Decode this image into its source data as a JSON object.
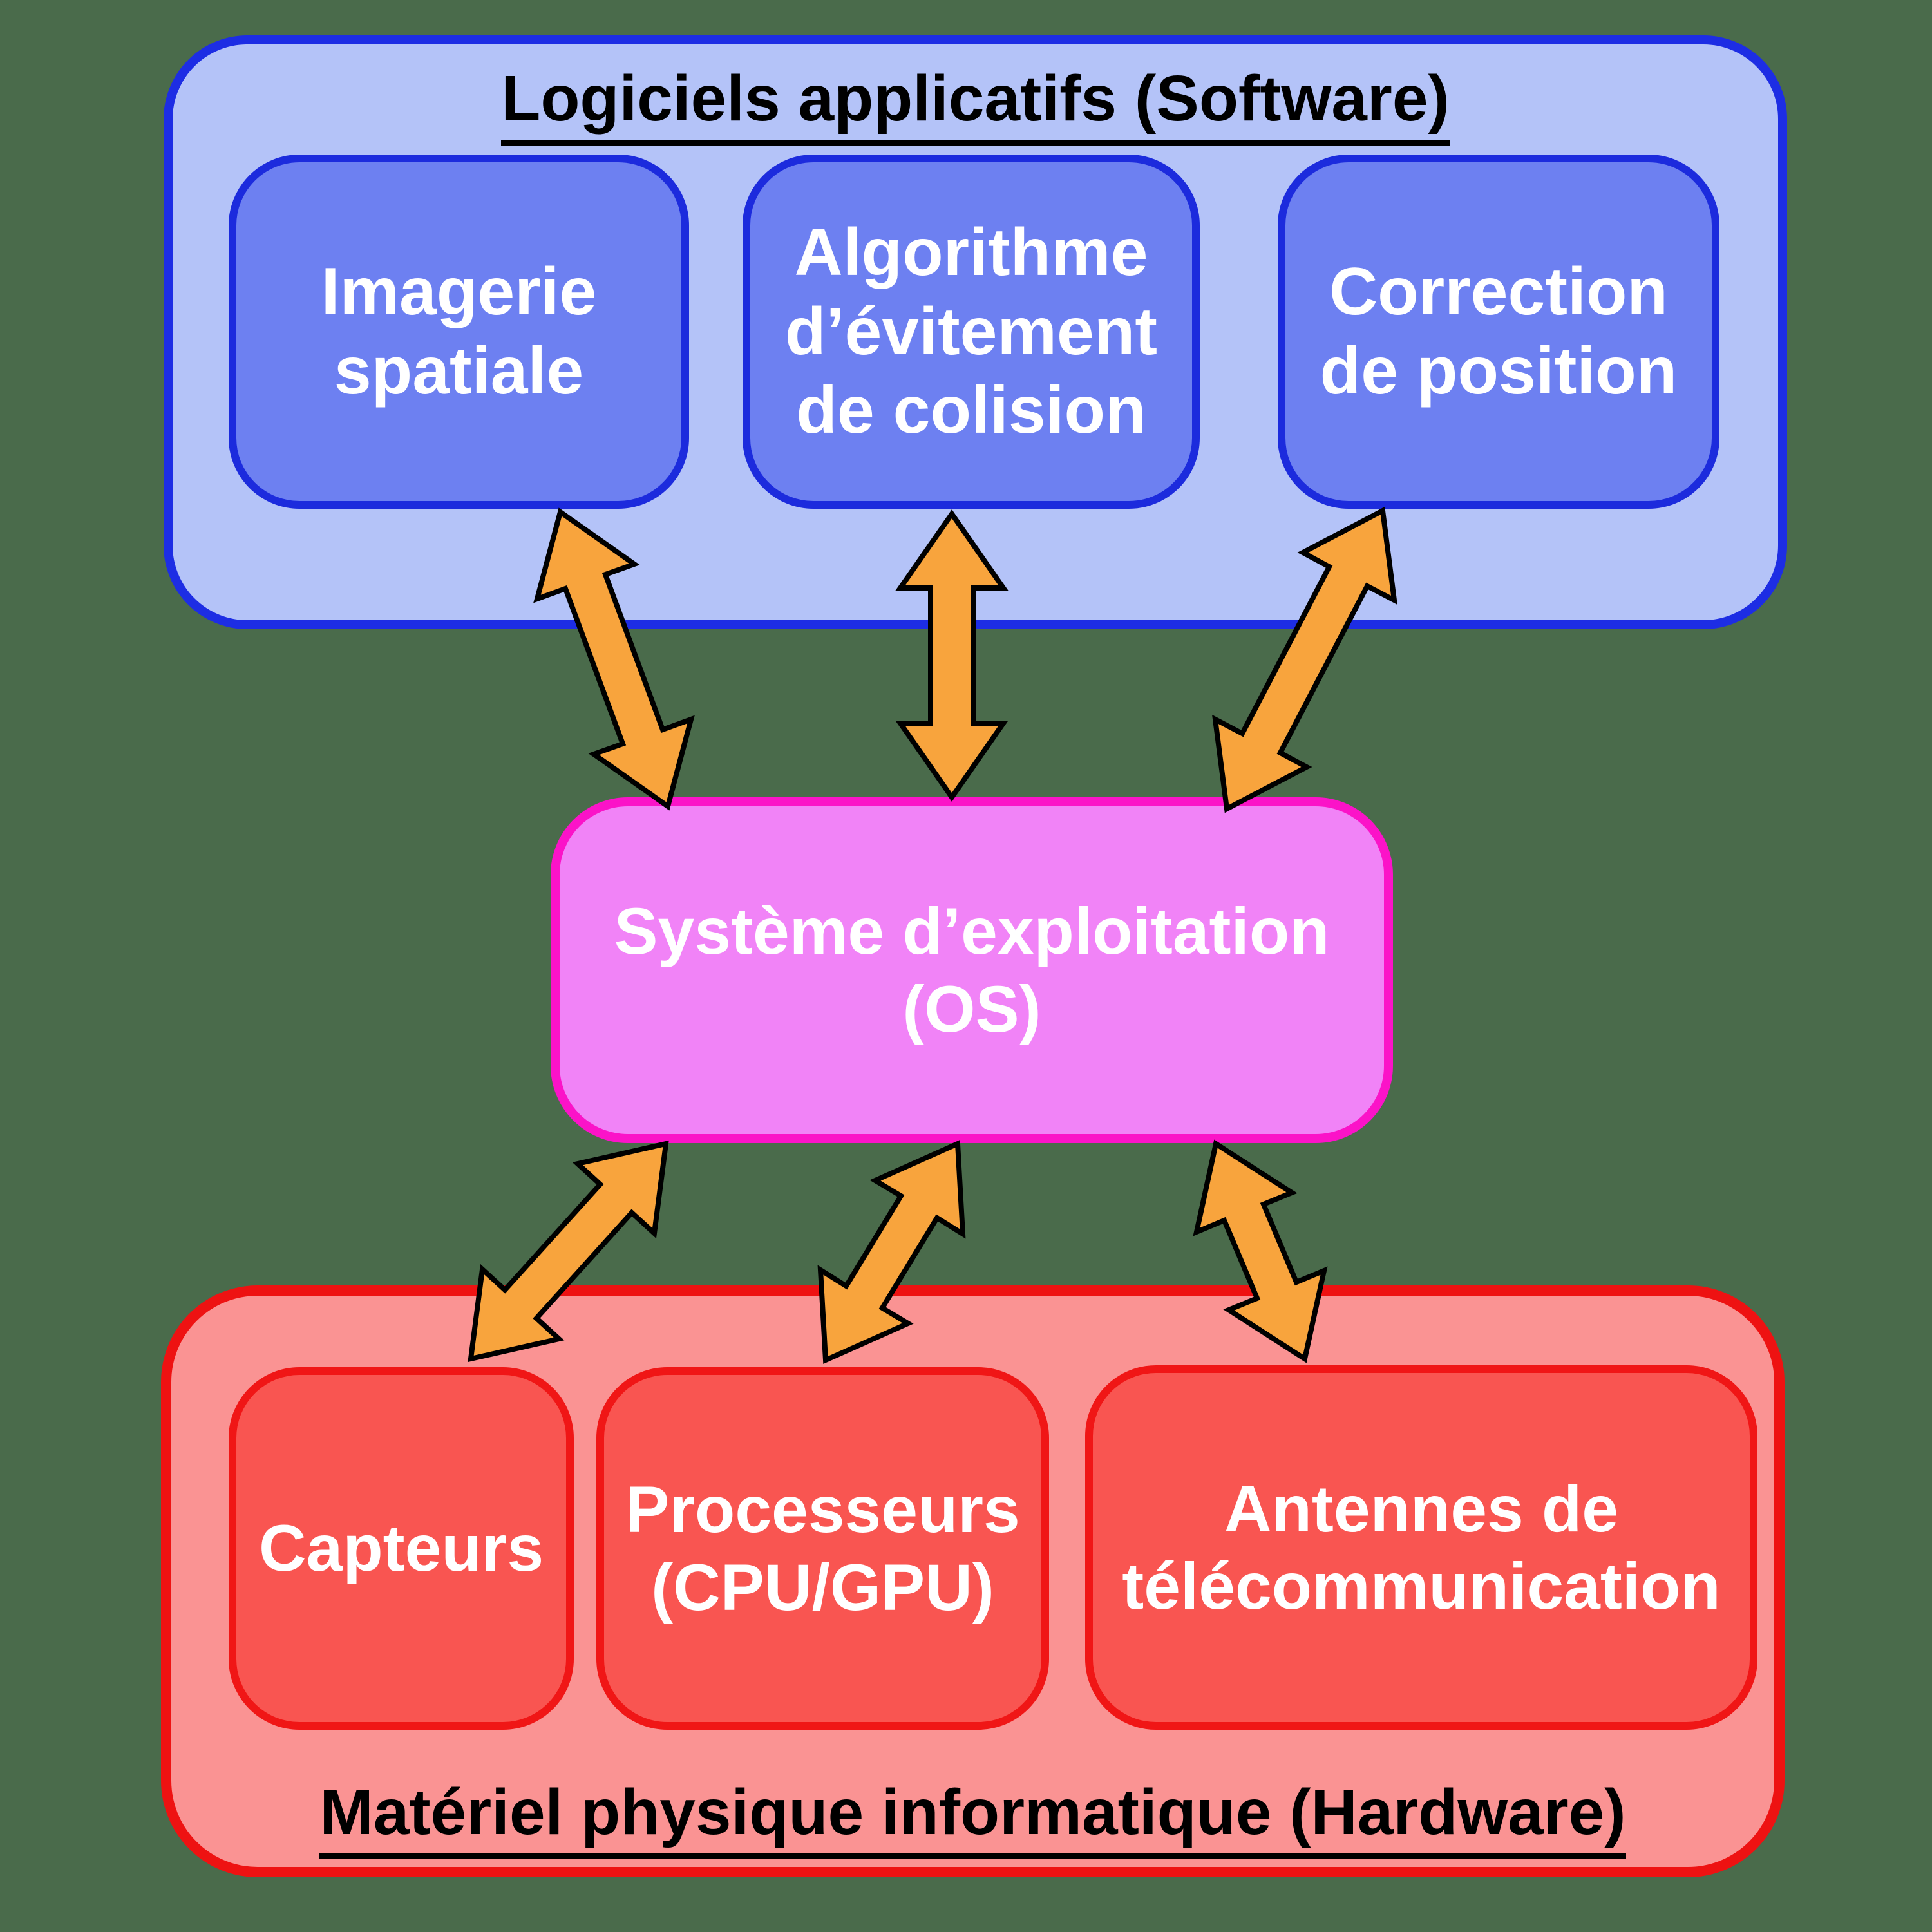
{
  "background_color": "#4A6B4B",
  "software_layer": {
    "title": "Logiciels applicatifs (Software)",
    "fill": "#B4C3F8",
    "border_color": "#1D2DE4",
    "box_fill": "#6D80F1",
    "box_border": "#1C2BDD",
    "boxes": [
      {
        "label": "Imagerie spatiale"
      },
      {
        "label": "Algorithme d’évitement de colision"
      },
      {
        "label": "Correction de position"
      }
    ]
  },
  "os_box": {
    "label": "Système d’exploitation (OS)",
    "fill": "#F183F7",
    "border_color": "#FB13C8"
  },
  "hardware_layer": {
    "title": "Matériel physique informatique (Hardware)",
    "fill": "#FA9393",
    "border_color": "#EE1212",
    "box_fill": "#F95551",
    "box_border": "#F01616",
    "boxes": [
      {
        "label": "Capteurs"
      },
      {
        "label": "Processeurs (CPU/GPU)"
      },
      {
        "label": "Antennes de télécommunication"
      }
    ]
  },
  "arrows": {
    "color": "#F8A43D",
    "outline": "#000000",
    "style": "double-headed",
    "connections": [
      {
        "from": "imagerie-spatiale",
        "to": "systeme-exploitation"
      },
      {
        "from": "algorithme-evitement",
        "to": "systeme-exploitation"
      },
      {
        "from": "correction-position",
        "to": "systeme-exploitation"
      },
      {
        "from": "systeme-exploitation",
        "to": "capteurs"
      },
      {
        "from": "systeme-exploitation",
        "to": "processeurs"
      },
      {
        "from": "systeme-exploitation",
        "to": "antennes-telecommunication"
      }
    ]
  }
}
